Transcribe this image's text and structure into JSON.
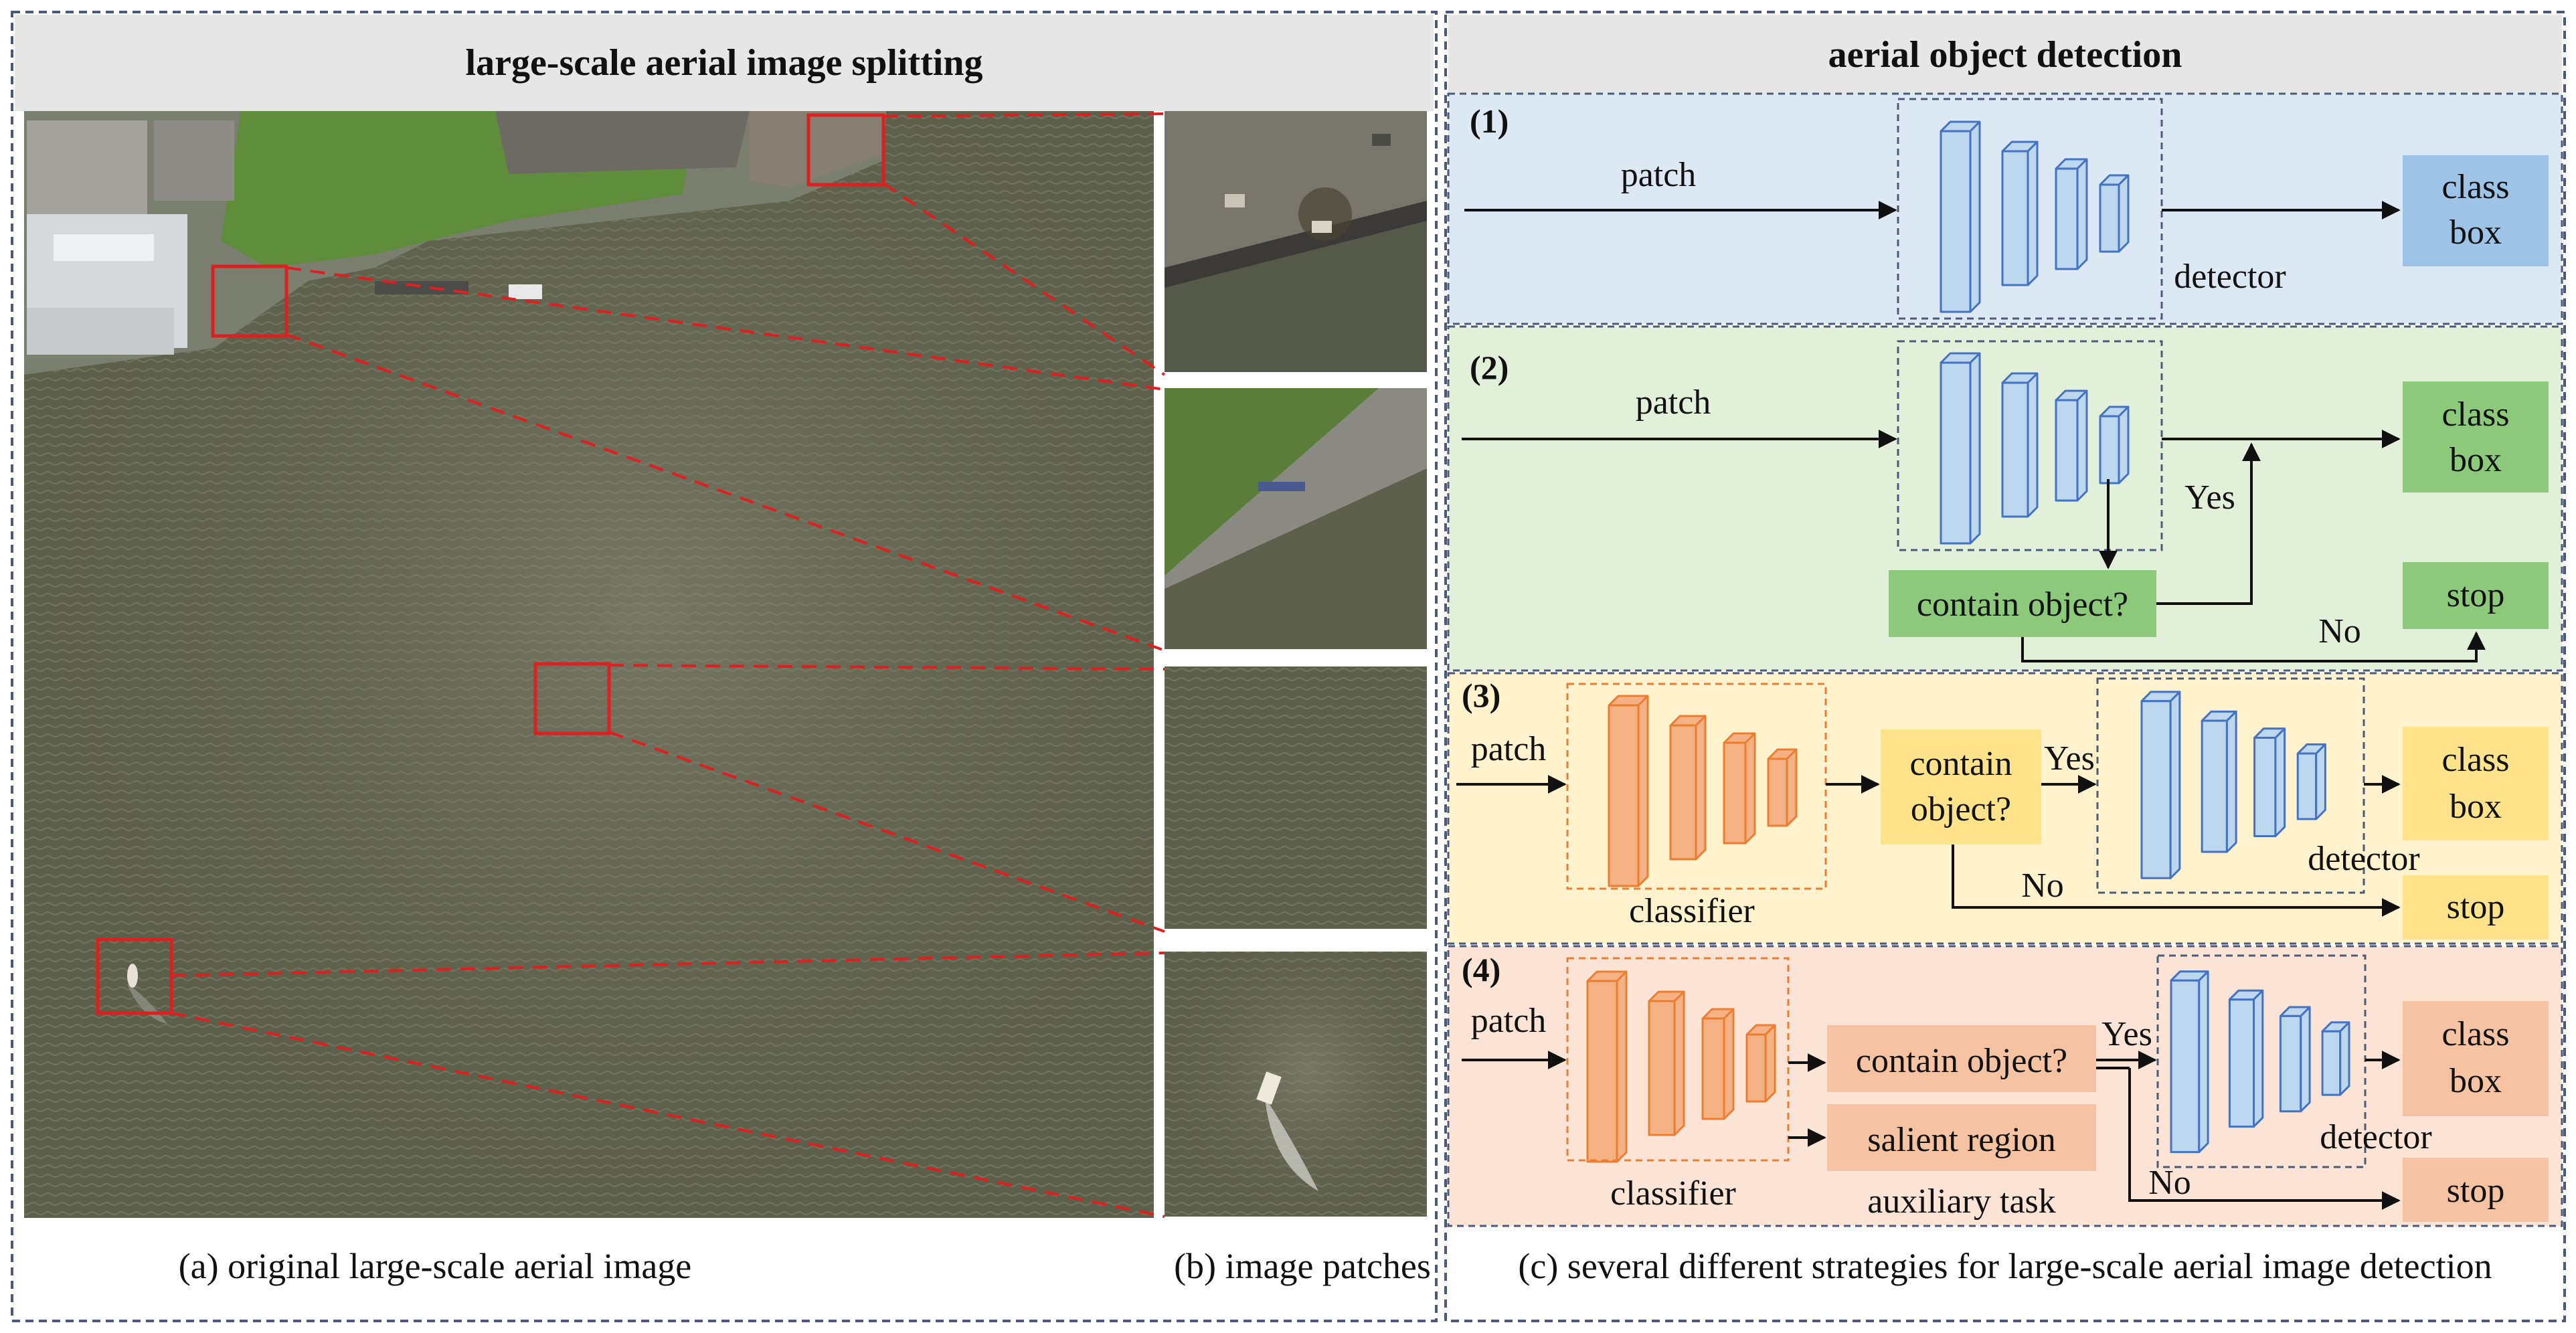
{
  "left_panel": {
    "header": "large-scale aerial image splitting",
    "caption_a": "(a) original large-scale aerial image",
    "caption_b": "(b) image patches"
  },
  "right_panel": {
    "header": "aerial object detection",
    "caption": "(c) several different strategies for large-scale aerial image detection"
  },
  "strategies": [
    {
      "num": "(1)",
      "patch": "patch",
      "detector": "detector",
      "out_l1": "class",
      "out_l2": "box"
    },
    {
      "num": "(2)",
      "patch": "patch",
      "question": "contain object?",
      "yes": "Yes",
      "no": "No",
      "out_l1": "class",
      "out_l2": "box",
      "stop": "stop"
    },
    {
      "num": "(3)",
      "patch": "patch",
      "classifier": "classifier",
      "q_l1": "contain",
      "q_l2": "object?",
      "yes": "Yes",
      "no": "No",
      "detector": "detector",
      "out_l1": "class",
      "out_l2": "box",
      "stop": "stop"
    },
    {
      "num": "(4)",
      "patch": "patch",
      "classifier": "classifier",
      "question": "contain object?",
      "salient": "salient region",
      "aux": "auxiliary task",
      "yes": "Yes",
      "no": "No",
      "detector": "detector",
      "out_l1": "class",
      "out_l2": "box",
      "stop": "stop"
    }
  ],
  "colors": {
    "panel_border": "#4a5a78",
    "header_bg": "#e6e6e6",
    "s1_bg": "#dde8f5",
    "s2_bg": "#e2efd9",
    "s3_bg": "#fff2cc",
    "s4_bg": "#fbe4d5",
    "blue_out": "#9dc3e6",
    "green_box": "#8cc97a",
    "yellow_box": "#ffe38a",
    "orange_box": "#f5c2a2",
    "detector_fill": "#bdd7ee",
    "detector_stroke": "#4472c4",
    "classifier_fill": "#f4b183",
    "classifier_stroke": "#ed7d31",
    "zoom_line": "#e02020",
    "water": "#5b5e49"
  }
}
